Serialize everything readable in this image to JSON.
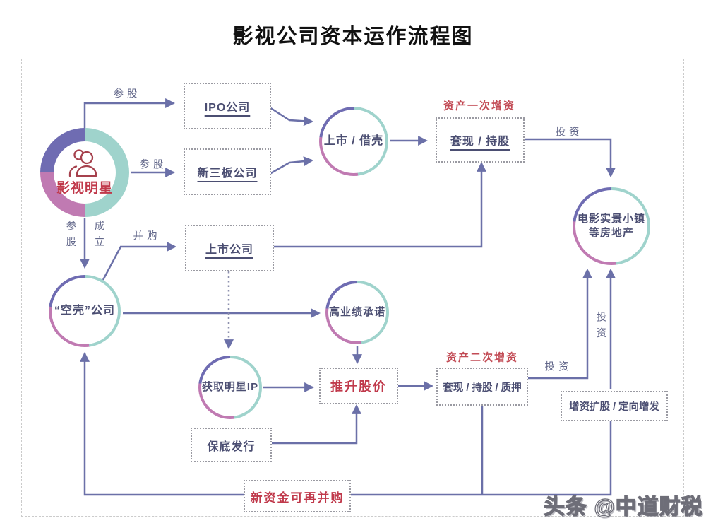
{
  "title": "影视公司资本运作流程图",
  "watermark": "头条 @中道财税",
  "colors": {
    "arrow": "#6b70a8",
    "ring_teal": "#9fd3cc",
    "ring_purple": "#6f6cb2",
    "ring_magenta": "#c07ab2",
    "node_text": "#4b4e72",
    "red_text": "#c0394b",
    "box_border": "#9a9aa2"
  },
  "nodes": {
    "star": {
      "label": "影视明星"
    },
    "ipo": {
      "label": "IPO公司"
    },
    "neeq": {
      "label": "新三板公司"
    },
    "listing": {
      "label": "上市 / 借壳"
    },
    "cash1": {
      "label": "套现 / 持股",
      "tag": "资产一次增资"
    },
    "estate": {
      "label": "电影实景小镇",
      "label2": "等房地产"
    },
    "shell": {
      "label": "“空壳”公司"
    },
    "listed_co": {
      "label": "上市公司"
    },
    "promise": {
      "label": "高业绩承诺"
    },
    "star_ip": {
      "label": "获取明星IP"
    },
    "push_price": {
      "label": "推升股价"
    },
    "cash2": {
      "label": "套现 / 持股 / 质押",
      "tag": "资产二次增资"
    },
    "raise": {
      "label": "增资扩股 / 定向增发"
    },
    "guarantee": {
      "label": "保底发行"
    },
    "new_funds": {
      "label": "新资金可再并购"
    }
  },
  "edge_labels": {
    "cangu1": "参股",
    "cangu2": "参股",
    "cangu3": "参股",
    "chengli": "成立",
    "binggou": "并购",
    "touzi1": "投资",
    "touzi2": "投资",
    "touzi3": "投资"
  }
}
